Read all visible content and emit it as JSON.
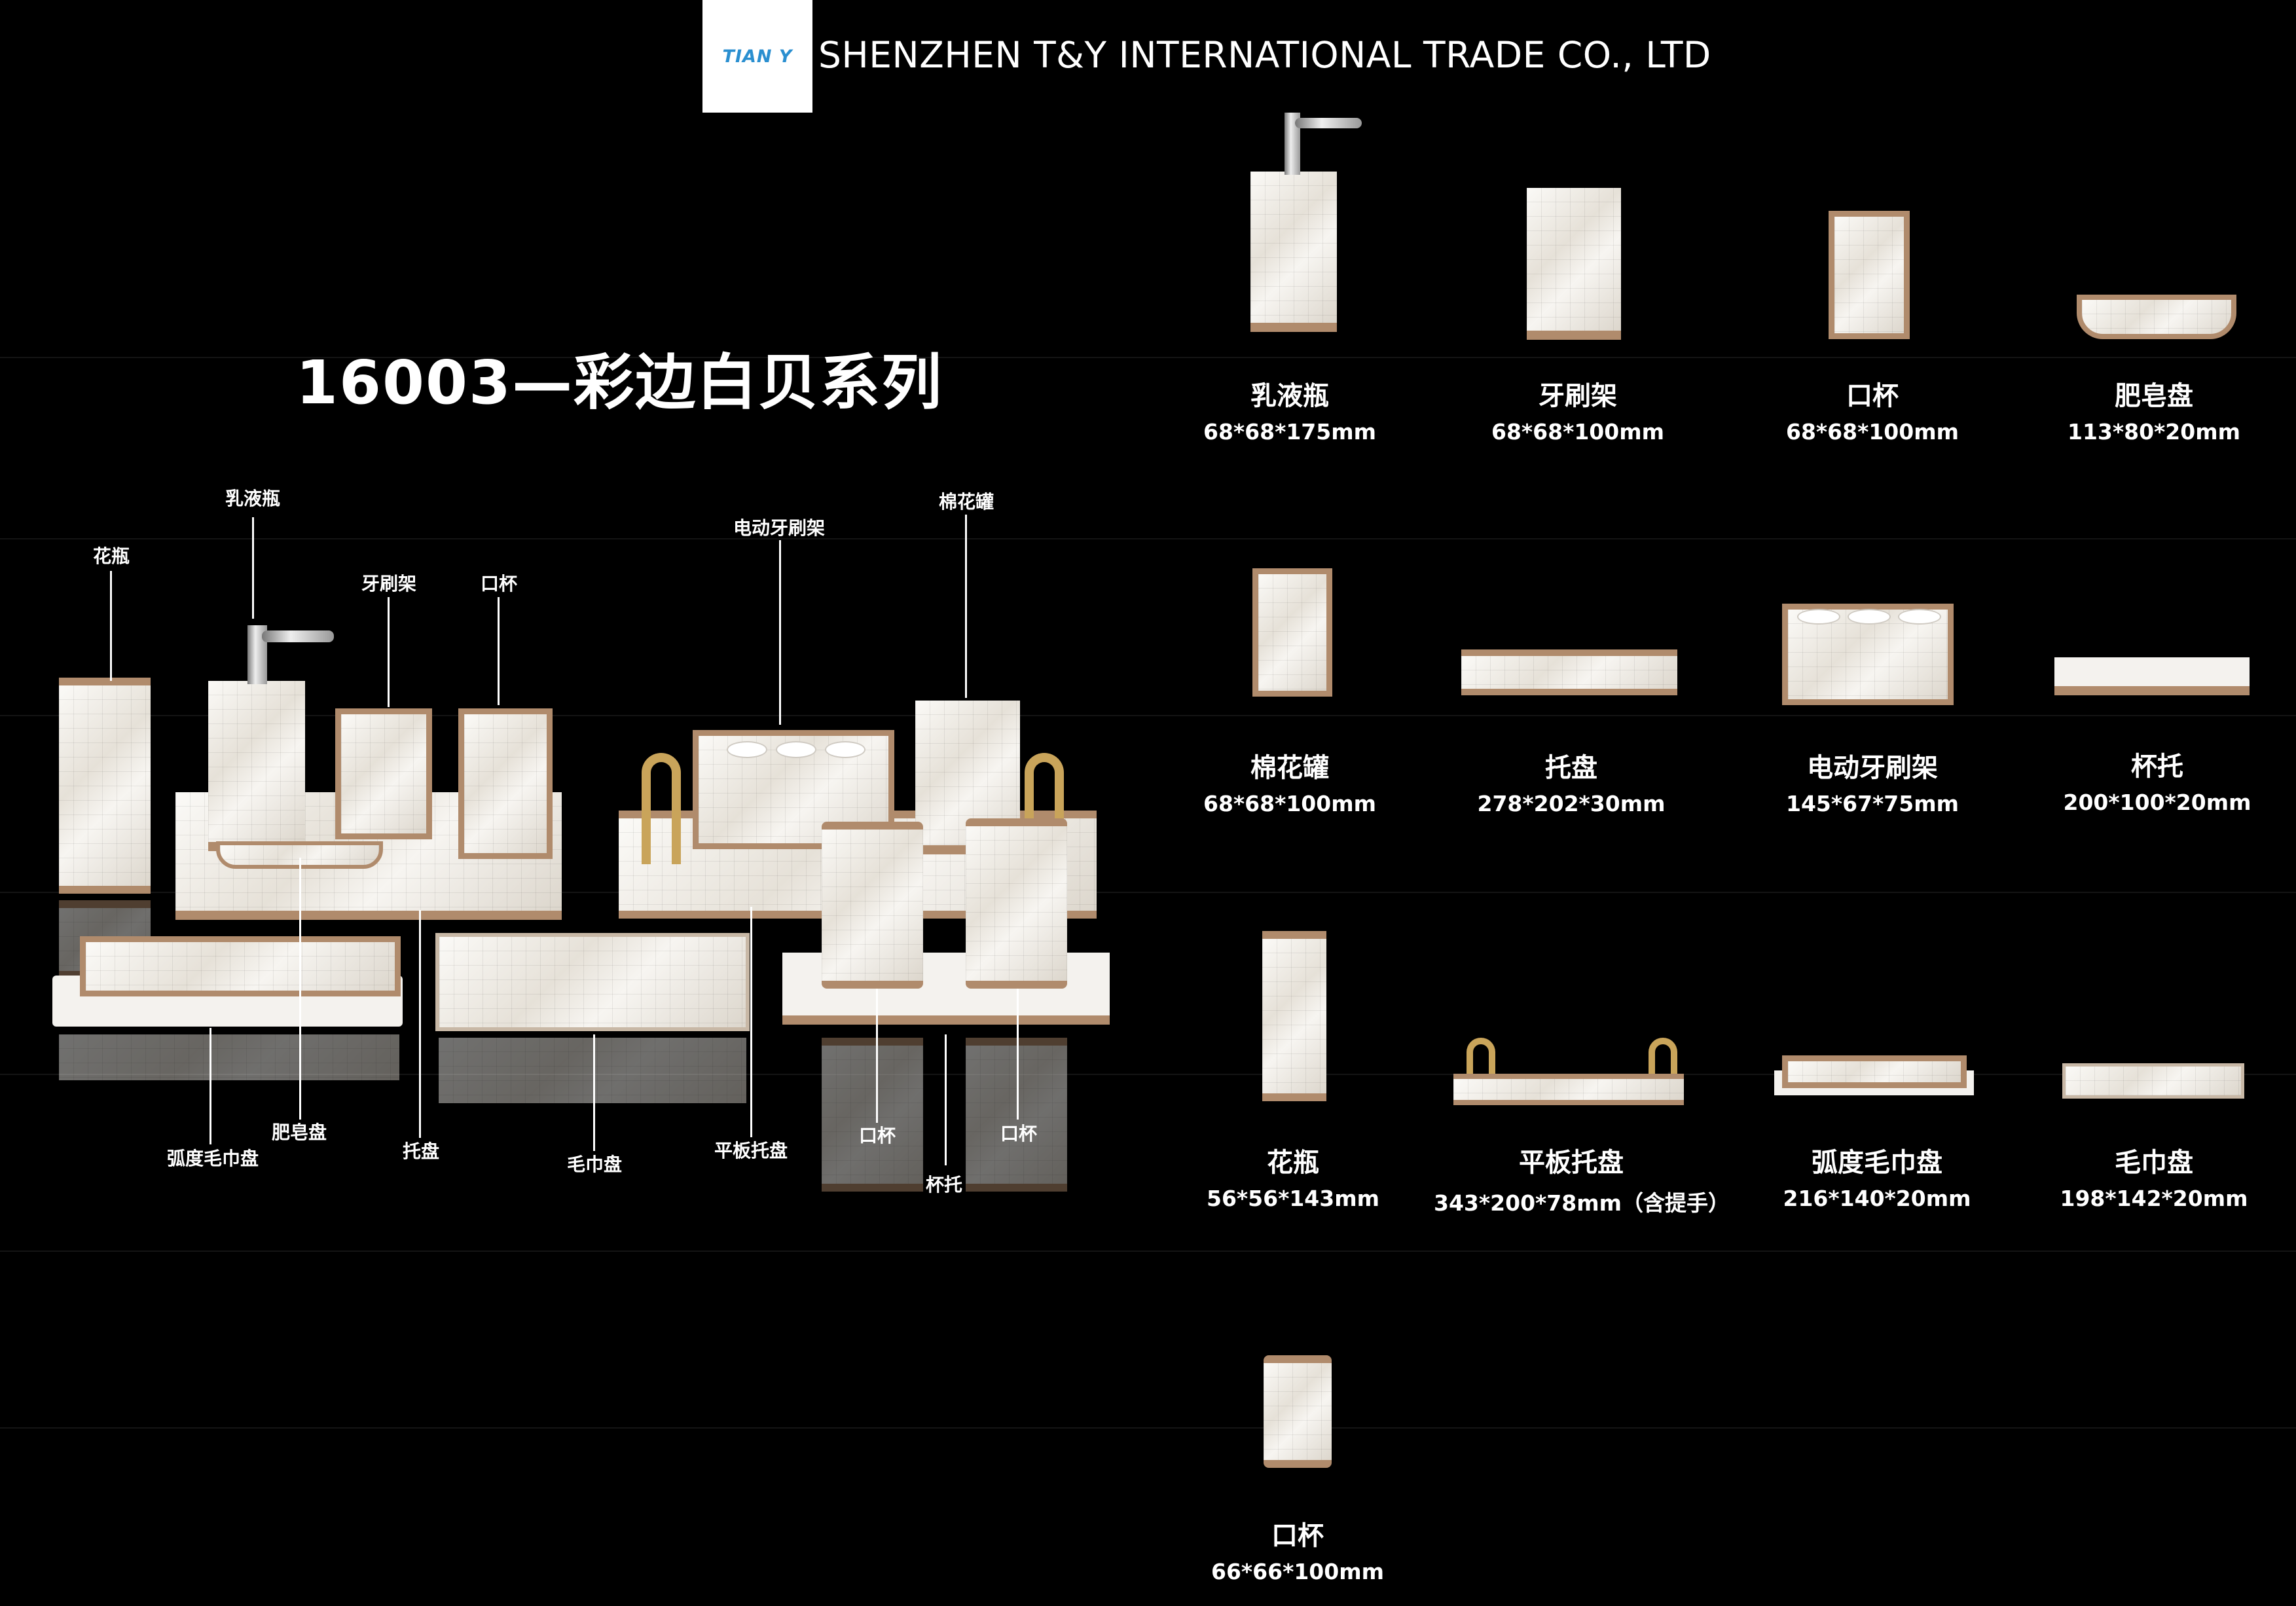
{
  "header": {
    "logo_text": "TIAN Y",
    "company_name": "SHENZHEN T&Y INTERNATIONAL TRADE CO., LTD"
  },
  "series_title": "16003—彩边白贝系列",
  "collage": {
    "labels": {
      "vase": "花瓶",
      "lotion": "乳液瓶",
      "toothbrush_holder": "牙刷架",
      "cup_top": "口杯",
      "electric_holder": "电动牙刷架",
      "cotton_jar": "棉花罐",
      "curved_towel_tray": "弧度毛巾盘",
      "soap_dish": "肥皂盘",
      "tray": "托盘",
      "towel_tray": "毛巾盘",
      "flat_tray": "平板托盘",
      "cup_left": "口杯",
      "cup_holder": "杯托",
      "cup_right": "口杯"
    }
  },
  "catalog": {
    "items": [
      {
        "name": "乳液瓶",
        "dims": "68*68*175mm",
        "icon": "lotion-bottle-icon"
      },
      {
        "name": "牙刷架",
        "dims": "68*68*100mm",
        "icon": "toothbrush-holder-icon"
      },
      {
        "name": "口杯",
        "dims": "68*68*100mm",
        "icon": "tumbler-icon"
      },
      {
        "name": "肥皂盘",
        "dims": "113*80*20mm",
        "icon": "soap-dish-icon"
      },
      {
        "name": "棉花罐",
        "dims": "68*68*100mm",
        "icon": "cotton-jar-icon"
      },
      {
        "name": "托盘",
        "dims": "278*202*30mm",
        "icon": "tray-icon"
      },
      {
        "name": "电动牙刷架",
        "dims": "145*67*75mm",
        "icon": "electric-toothbrush-holder-icon"
      },
      {
        "name": "杯托",
        "dims": "200*100*20mm",
        "icon": "cup-holder-icon"
      },
      {
        "name": "花瓶",
        "dims": "56*56*143mm",
        "icon": "vase-icon"
      },
      {
        "name": "平板托盘",
        "dims": "343*200*78mm（含提手）",
        "icon": "flat-tray-icon"
      },
      {
        "name": "弧度毛巾盘",
        "dims": "216*140*20mm",
        "icon": "curved-towel-tray-icon"
      },
      {
        "name": "毛巾盘",
        "dims": "198*142*20mm",
        "icon": "towel-tray-icon"
      },
      {
        "name": "口杯",
        "dims": "66*66*100mm",
        "icon": "round-tumbler-icon"
      }
    ]
  }
}
